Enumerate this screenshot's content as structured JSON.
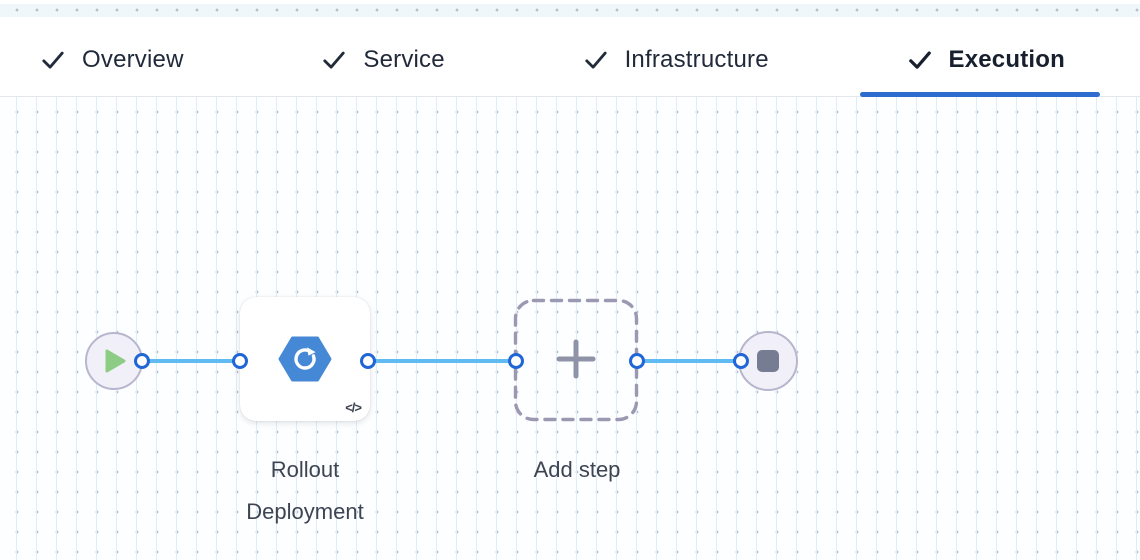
{
  "header": {
    "tabs": [
      {
        "label": "Overview",
        "state": "completed",
        "active": false
      },
      {
        "label": "Service",
        "state": "completed",
        "active": false
      },
      {
        "label": "Infrastructure",
        "state": "completed",
        "active": false
      },
      {
        "label": "Execution",
        "state": "completed",
        "active": true
      }
    ]
  },
  "canvas": {
    "start_node": {
      "type": "start",
      "icon": "play-icon"
    },
    "steps": [
      {
        "name": "Rollout Deployment",
        "icon": "rollout-deployment-hexagon-icon",
        "badge": "</>"
      },
      {
        "name": "Add step",
        "icon": "plus-icon"
      }
    ],
    "end_node": {
      "type": "stop",
      "icon": "stop-icon"
    }
  },
  "colors": {
    "accent-blue": "#2e6cd0",
    "edge-blue": "#5fbbf1",
    "port-blue": "#2066d6",
    "hexagon-blue": "#4589d6",
    "play-green": "#8ccc84",
    "node-fill": "#f1f0f8",
    "node-border": "#b8b6ce",
    "dash-gray": "#9a99b1",
    "plus-gray": "#8f93a8",
    "stop-gray": "#767c92",
    "text-dark": "#212a3a",
    "label-gray": "#3d4452"
  }
}
